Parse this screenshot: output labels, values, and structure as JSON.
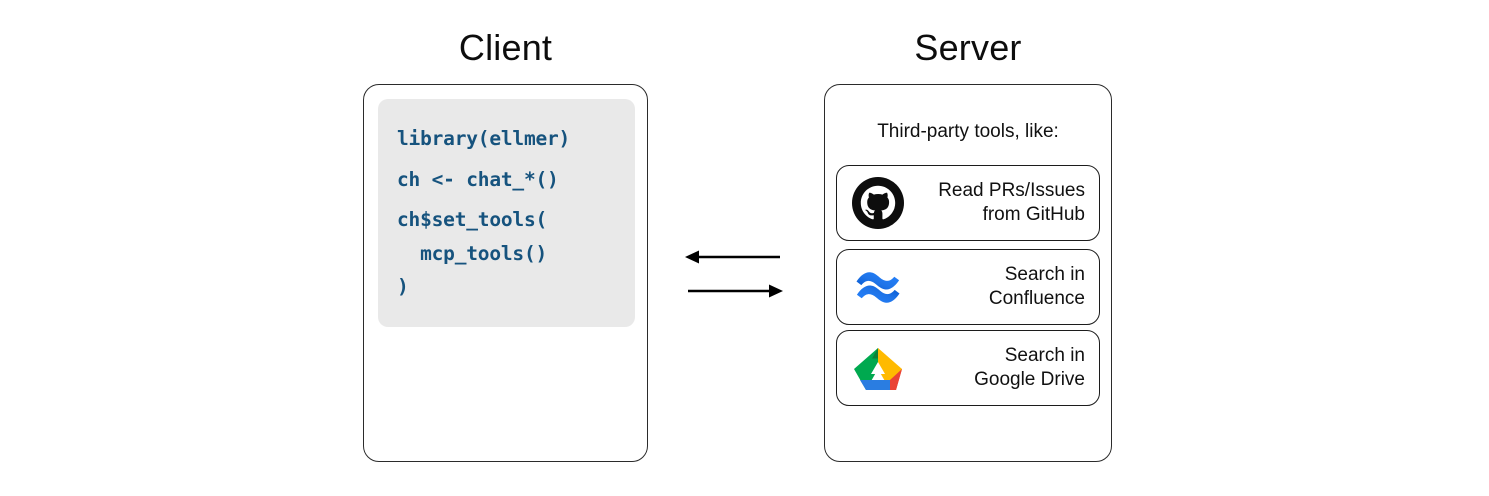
{
  "diagram": {
    "background_color": "#ffffff",
    "client": {
      "title": "Client",
      "code_block": {
        "background_color": "#e9e9e9",
        "text_color": "#16537e",
        "lines": [
          "library(ellmer)",
          "ch <- chat_*()",
          "ch$set_tools(",
          "  mcp_tools()",
          ")"
        ]
      }
    },
    "connection": {
      "arrow_color": "#000000",
      "arrows": [
        {
          "name": "server-to-client-arrow",
          "direction": "left"
        },
        {
          "name": "client-to-server-arrow",
          "direction": "right"
        }
      ]
    },
    "server": {
      "title": "Server",
      "caption": "Third-party tools, like:",
      "tools": [
        {
          "icon": "github-icon",
          "label": "Read PRs/Issues\nfrom GitHub",
          "icon_color": "#0d0d0d"
        },
        {
          "icon": "confluence-icon",
          "label": "Search in\nConfluence",
          "icon_color": "#2684ff"
        },
        {
          "icon": "google-drive-icon",
          "label": "Search in\nGoogle Drive",
          "icon_colors": {
            "green": "#00a94f",
            "yellow": "#ffba00",
            "blue": "#2a7de1",
            "red": "#ea4335",
            "dark_green": "#0f8038"
          }
        }
      ]
    }
  }
}
